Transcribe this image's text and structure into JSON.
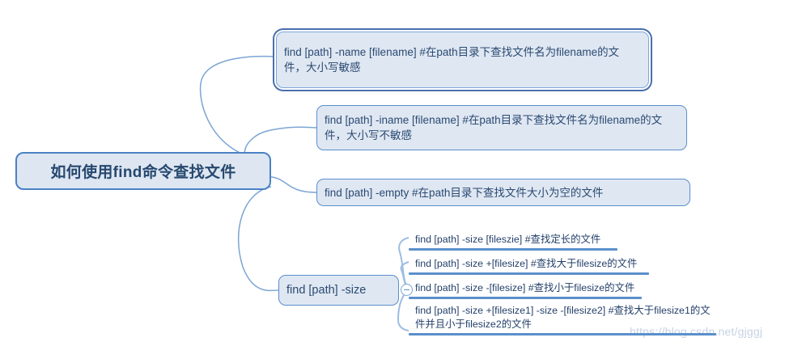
{
  "canvas": {
    "background": "#ffffff",
    "accent": "#5b8fcb",
    "node_fill": "#dfe7f2",
    "node_border": "#5b8fcb",
    "root_fill": "#dde6f1",
    "root_border": "#4a82c4",
    "text_color": "#2b4a72"
  },
  "root": {
    "label": "如何使用find命令查找文件"
  },
  "branches": [
    {
      "id": "name",
      "label": "find [path] -name [filename] #在path目录下查找文件名为filename的文件，大小写敏感",
      "selected": true
    },
    {
      "id": "iname",
      "label": "find [path] -iname [filename] #在path目录下查找文件名为filename的文件，大小写不敏感",
      "selected": false
    },
    {
      "id": "empty",
      "label": "find [path] -empty #在path目录下查找文件大小为空的文件",
      "selected": false
    },
    {
      "id": "size",
      "label": "find [path] -size",
      "selected": false,
      "collapse_toggle": "minus-icon",
      "children": [
        {
          "id": "size-fixed",
          "label": "find [path] -size [fileszie] #查找定长的文件"
        },
        {
          "id": "size-greater",
          "label": "find [path] -size +[filesize] #查找大于filesize的文件"
        },
        {
          "id": "size-less",
          "label": "find [path] -size -[filesize] #查找小于filesize的文件"
        },
        {
          "id": "size-range",
          "label": "find [path] -size +[filesize1] -size -[filesize2] #查找大于filesize1的文件并且小于filesize2的文件"
        }
      ]
    }
  ],
  "watermark": {
    "text": "https://blog.csdn.net/gjggj"
  }
}
